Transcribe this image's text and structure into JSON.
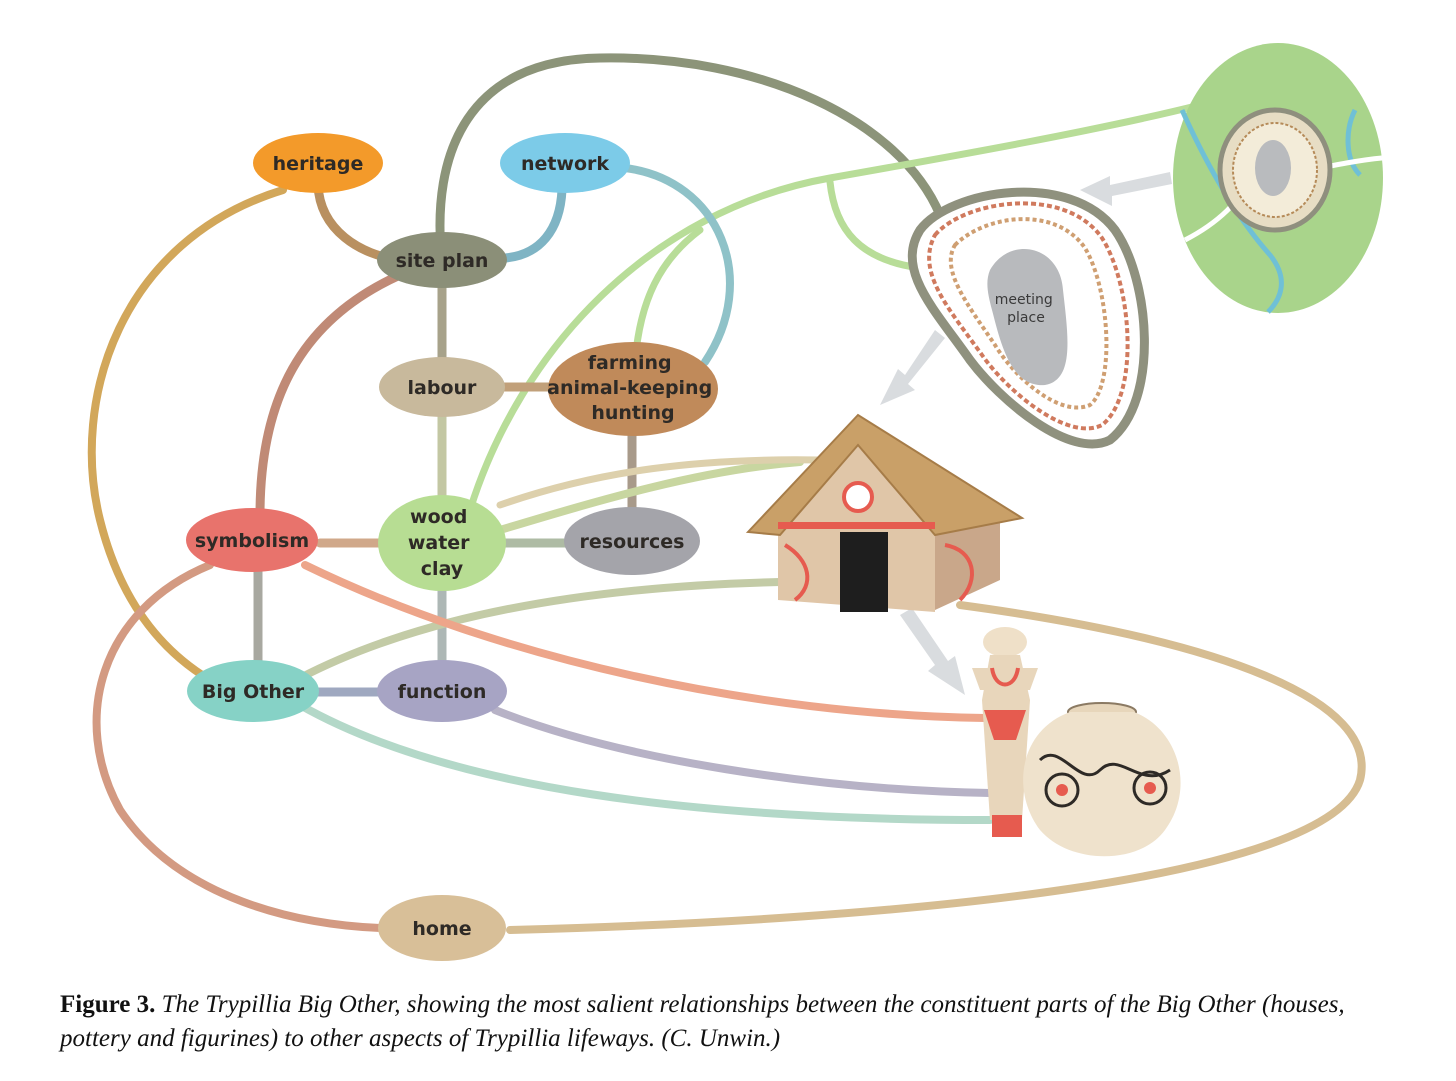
{
  "nodes": {
    "heritage": "heritage",
    "network": "network",
    "site_plan": "site plan",
    "labour": "labour",
    "farming": [
      "farming",
      "animal-keeping",
      "hunting"
    ],
    "symbolism": "symbolism",
    "wood_water_clay": [
      "wood",
      "water",
      "clay"
    ],
    "resources": "resources",
    "big_other": "Big Other",
    "function": "function",
    "home": "home"
  },
  "meeting_place": [
    "meeting",
    "place"
  ],
  "caption": {
    "lead": "Figure 3.",
    "text": "The Trypillia Big Other, showing the most salient relationships between the constituent parts of the Big Other (houses, pottery and figurines) to other aspects of Trypillia lifeways. (C. Unwin.)"
  },
  "colors": {
    "heritage": "#f39a2a",
    "network": "#7ccbe8",
    "site_plan": "#8b8f78",
    "labour": "#c8b99c",
    "farming": "#c08a5a",
    "symbolism": "#e8736c",
    "wood_water_clay": "#b7dd93",
    "resources": "#a4a4aa",
    "big_other": "#86d2c6",
    "function": "#a7a4c4",
    "home": "#d8bf98",
    "landscape": "#a6d48a",
    "settlement_ring": "#8f8f7e"
  }
}
